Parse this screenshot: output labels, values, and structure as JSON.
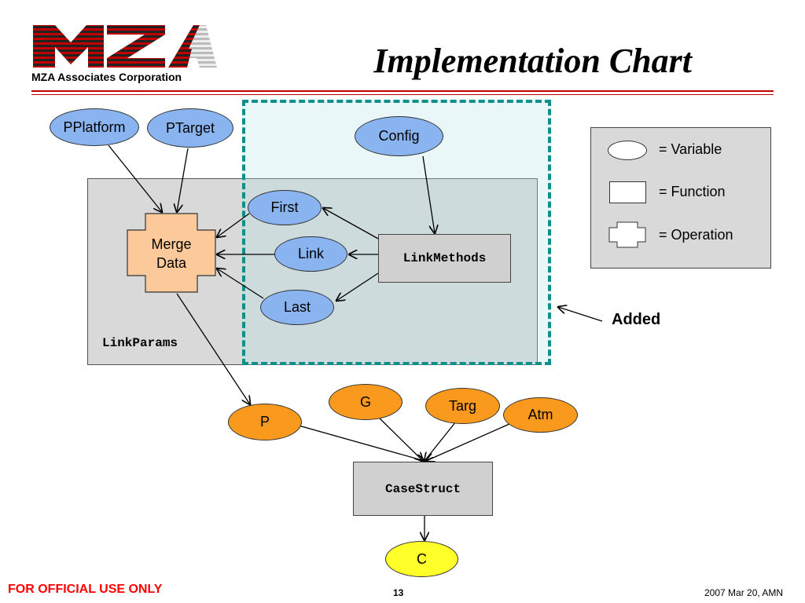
{
  "header": {
    "title": "Implementation Chart",
    "company": "MZA Associates Corporation",
    "logo_text": "MZA"
  },
  "diagram": {
    "region_label": "LinkParams",
    "nodes": {
      "pplatform": "PPlatform",
      "ptarget": "PTarget",
      "config": "Config",
      "first": "First",
      "link": "Link",
      "last": "Last",
      "merge_line1": "Merge",
      "merge_line2": "Data",
      "linkmethods": "LinkMethods",
      "p": "P",
      "g": "G",
      "targ": "Targ",
      "atm": "Atm",
      "casestruct": "CaseStruct",
      "c": "C"
    },
    "added_label": "Added"
  },
  "legend": {
    "variable": "= Variable",
    "function": "= Function",
    "operation": "= Operation"
  },
  "colors": {
    "variable_blue": "#8ab4f0",
    "variable_orange": "#f99a1e",
    "output_yellow": "#ffff2a",
    "operation_peach": "#fcc99a",
    "added_border": "#0e8f8a",
    "accent_red": "#c00000"
  },
  "footer": {
    "classification": "FOR OFFICIAL USE ONLY",
    "page_number": "13",
    "date_author": "2007 Mar 20, AMN"
  }
}
